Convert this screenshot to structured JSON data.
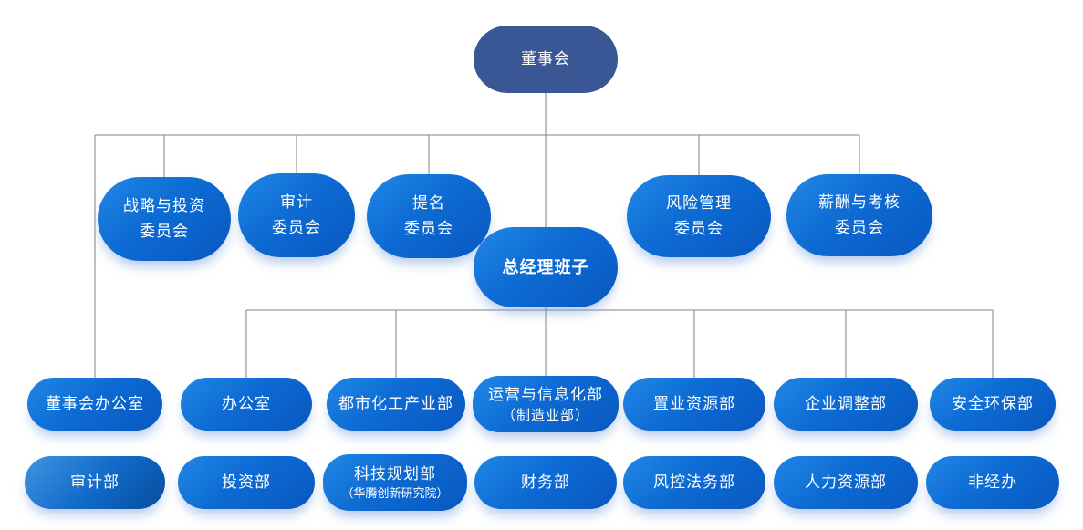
{
  "nodes": {
    "board": "董事会",
    "committee_strategy": "战略与投资\n委员会",
    "committee_audit": "审计\n委员会",
    "committee_nomination": "提名\n委员会",
    "gm_team": "总经理班子",
    "committee_risk": "风险管理\n委员会",
    "committee_compensation": "薪酬与考核\n委员会",
    "dept_board_office": "董事会办公室",
    "dept_office": "办公室",
    "dept_urban_chemical": "都市化工产业部",
    "dept_operations_line1": "运营与信息化部",
    "dept_operations_line2": "（制造业部）",
    "dept_property_resources": "置业资源部",
    "dept_enterprise_adjustment": "企业调整部",
    "dept_safety_environment": "安全环保部",
    "dept_audit": "审计部",
    "dept_investment": "投资部",
    "dept_tech_planning_line1": "科技规划部",
    "dept_tech_planning_line2": "（华腾创新研究院）",
    "dept_finance": "财务部",
    "dept_risk_legal": "风控法务部",
    "dept_human_resources": "人力资源部",
    "dept_non_operating": "非经办"
  },
  "colors": {
    "root_fill": "#3A5795",
    "node_gradient_light": "#2187E6",
    "node_gradient_dark": "#0858C0",
    "audit_gradient_light": "#3F94E2",
    "audit_gradient_dark": "#084D9F",
    "connector_line": "#808080",
    "text": "#FFFFFF",
    "background": "#FFFFFF"
  }
}
